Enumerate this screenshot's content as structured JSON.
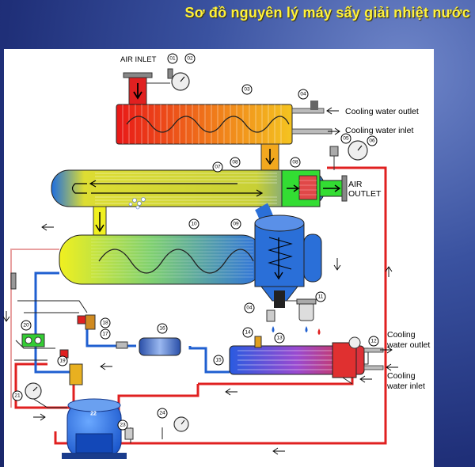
{
  "title": "Sơ đồ nguyên lý máy sấy giải nhiệt nước",
  "labels": {
    "air_inlet": "AIR INLET",
    "air_outlet_1": "AIR",
    "air_outlet_2": "OUTLET",
    "cw_out_top": "Cooling water outlet",
    "cw_in_top": "Cooling water inlet",
    "cw_out_right_1": "Cooling",
    "cw_out_right_2": "water outlet",
    "cw_in_right_1": "Cooling",
    "cw_in_right_2": "water inlet"
  },
  "callouts": {
    "n01": "01",
    "n02": "02",
    "n03": "03",
    "n04a": "04",
    "n05": "05",
    "n06": "06",
    "n07": "07",
    "n08a": "08",
    "n08b": "08",
    "n09": "09",
    "n10": "10",
    "n11": "11",
    "n12": "12",
    "n13": "13",
    "n14": "14",
    "n15": "15",
    "n16": "16",
    "n17": "17",
    "n18": "18",
    "n19": "19",
    "n20": "20",
    "n21": "21",
    "n22": "22",
    "n23": "23",
    "n24": "24",
    "n04b": "04"
  },
  "colors": {
    "title": "#fff23a",
    "hot_pipe": "#e02020",
    "cold_pipe": "#1f5fd0",
    "pink_pipe": "#e8a0a0",
    "green_box": "#33dd33"
  }
}
